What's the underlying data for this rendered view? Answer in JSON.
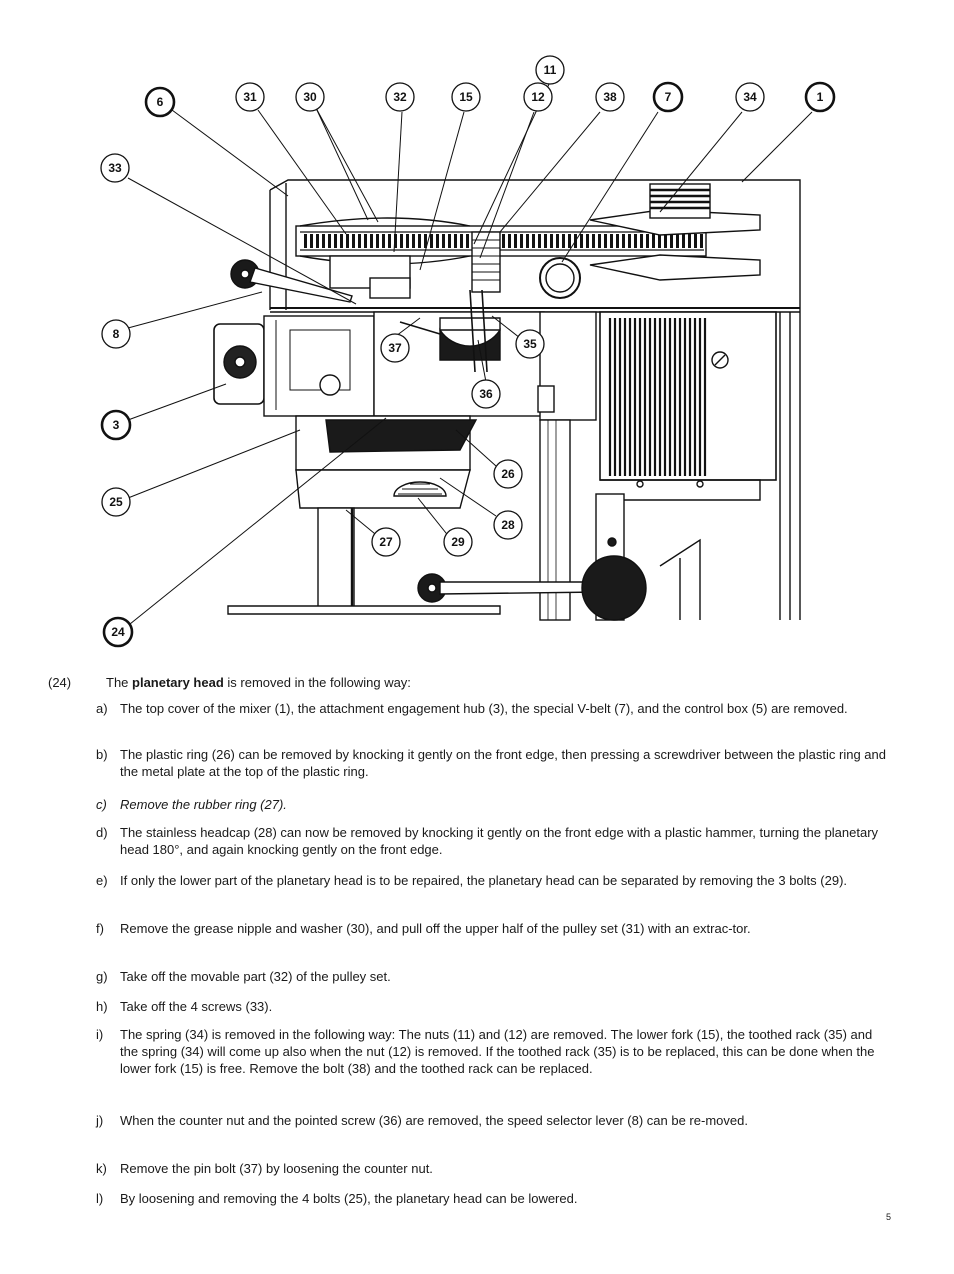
{
  "callouts": [
    "11",
    "6",
    "31",
    "30",
    "32",
    "15",
    "12",
    "38",
    "7",
    "34",
    "1",
    "33",
    "8",
    "37",
    "35",
    "36",
    "3",
    "26",
    "25",
    "28",
    "27",
    "29",
    "24"
  ],
  "section": {
    "number": "(24)",
    "intro_pre": "The ",
    "intro_bold": "planetary head",
    "intro_post": " is removed in the following way:"
  },
  "steps": [
    {
      "letter": "a)",
      "text": "The top cover of the mixer (1), the attachment engagement hub (3), the special V-belt (7), and the control box (5) are removed."
    },
    {
      "letter": "b)",
      "text": "The plastic ring (26) can be removed by knocking it gently on the front edge, then pressing a screwdriver between the plastic ring and the metal plate at the top of the plastic ring."
    },
    {
      "letter": "c)",
      "text": "Remove the rubber ring (27)."
    },
    {
      "letter": "d)",
      "text": "The stainless headcap (28) can now be removed by knocking it gently on the front edge with a plastic hammer, turning the planetary head 180°, and again knocking gently on the front edge."
    },
    {
      "letter": "e)",
      "text": "If only the lower part of the planetary head is to be repaired, the planetary head can be separated by removing the 3 bolts (29)."
    },
    {
      "letter": "f)",
      "text": "Remove the grease nipple and washer (30), and pull off the upper half of the pulley set (31) with an extrac-tor."
    },
    {
      "letter": "g)",
      "text": "Take off the movable part (32) of the pulley set."
    },
    {
      "letter": "h)",
      "text": "Take off the 4 screws (33)."
    },
    {
      "letter": "i)",
      "text": "The spring (34) is removed in the following way: The nuts (11) and (12) are removed. The lower fork (15), the toothed rack (35) and the spring (34) will come up also when the nut (12) is removed. If the toothed rack (35) is to be replaced, this can be done when the lower fork (15) is free. Remove the bolt (38) and the toothed rack can be replaced."
    },
    {
      "letter": "j)",
      "text": "When the counter nut and the pointed screw (36) are removed, the speed selector lever (8) can be re-moved."
    },
    {
      "letter": "k)",
      "text": "Remove the pin bolt (37) by loosening the counter nut."
    },
    {
      "letter": "l)",
      "text": "By loosening and removing the 4 bolts (25), the planetary head can be lowered."
    }
  ],
  "page_number": "5"
}
